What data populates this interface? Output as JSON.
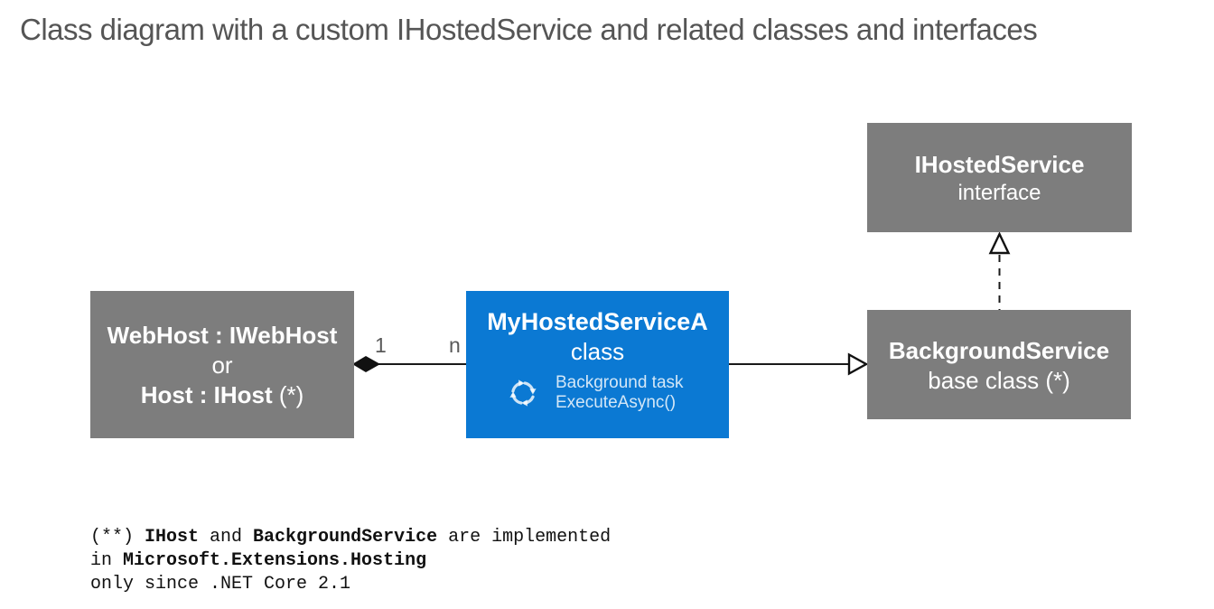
{
  "title": "Class diagram with a custom IHostedService and related classes and interfaces",
  "colors": {
    "box_gray": "#7d7d7d",
    "box_blue": "#0b79d3",
    "connector": "#1a1a1a",
    "title_text": "#555555",
    "label_text": "#595959"
  },
  "nodes": {
    "ihostedservice": {
      "name": "IHostedService",
      "kind": "interface"
    },
    "webhost": {
      "line1": "WebHost : IWebHost",
      "line2": "or",
      "line3_bold": "Host : IHost",
      "line3_rest": " (*)"
    },
    "myhostedservice": {
      "name": "MyHostedServiceA",
      "kind": "class",
      "icon": "sync-arrows-icon",
      "feature_line1": "Background task",
      "feature_line2": "ExecuteAsync()"
    },
    "backgroundservice": {
      "name": "BackgroundService",
      "kind": "base class (*)"
    }
  },
  "edges": {
    "composition": {
      "from_label": "1",
      "to_label": "n"
    }
  },
  "footnote": {
    "line1": {
      "pre": "(**) ",
      "b1": "IHost",
      "mid": " and ",
      "b2": "BackgroundService",
      "post": " are implemented"
    },
    "line2": {
      "pre": "in ",
      "b1": "Microsoft.Extensions.Hosting"
    },
    "line3": "only since .NET Core 2.1"
  }
}
